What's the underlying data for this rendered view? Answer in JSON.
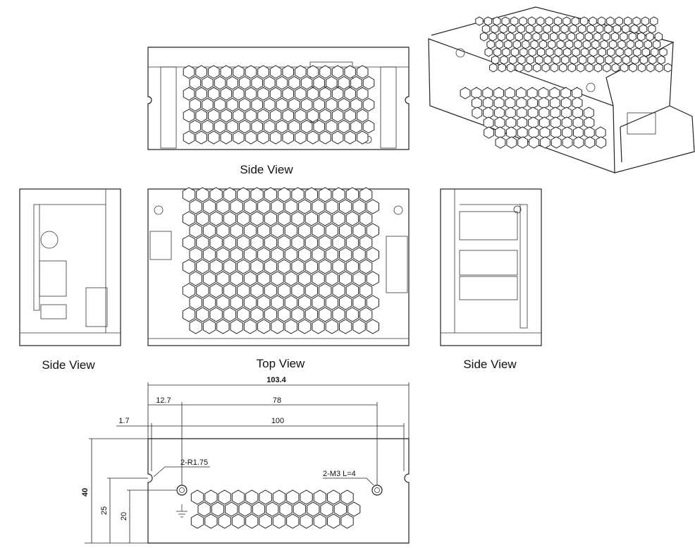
{
  "views": {
    "side_top": "Side View",
    "side_left": "Side View",
    "top": "Top View",
    "side_right": "Side View"
  },
  "dimensions": {
    "overall_length": "103.4",
    "offset_left": "12.7",
    "hole_spacing": "78",
    "inner_length": "100",
    "edge_offset": "1.7",
    "radius_note": "2-R1.75",
    "screw_note": "2-M3 L=4",
    "height": "40",
    "hole_height_outer": "25",
    "hole_height_inner": "20"
  },
  "icons": {
    "ground": "ground-symbol-icon",
    "screw_hole": "screw-hole-icon"
  }
}
